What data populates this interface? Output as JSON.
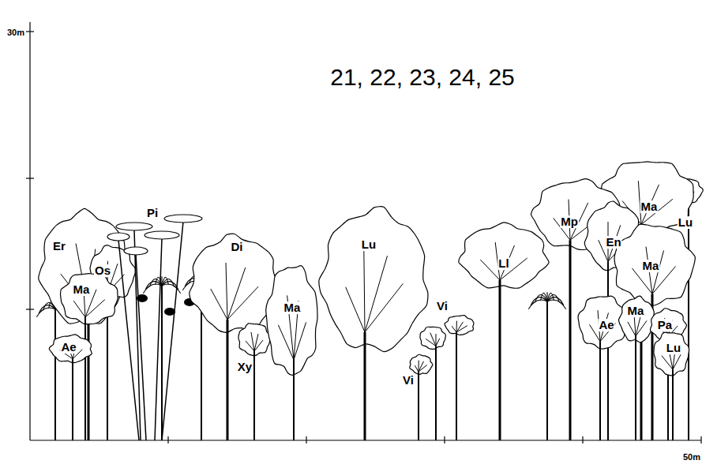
{
  "diagram": {
    "title": "21, 22, 23, 24, 25",
    "labels": [
      "30m",
      "Er",
      "Pi",
      "Os",
      "Ma",
      "Ae",
      "Di",
      "Xy",
      "Ma",
      "Lu",
      "Vi",
      "Vi",
      "Ll",
      "Mp",
      "Ma",
      "Lu",
      "En",
      "Ma",
      "Ae",
      "Ma",
      "Pa",
      "Lu",
      "50m"
    ]
  }
}
